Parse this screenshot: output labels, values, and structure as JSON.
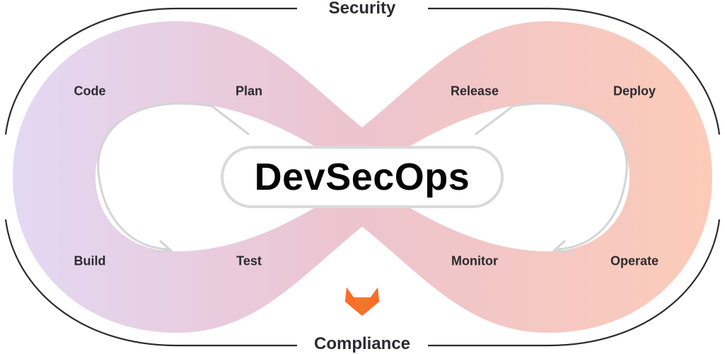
{
  "diagram": {
    "center_title": "DevSecOps",
    "top_label": "Security",
    "bottom_label": "Compliance",
    "stages": {
      "code": "Code",
      "plan": "Plan",
      "build": "Build",
      "test": "Test",
      "release": "Release",
      "deploy": "Deploy",
      "monitor": "Monitor",
      "operate": "Operate"
    },
    "logo_icon": "gitlab-tanuki-icon",
    "colors": {
      "loop_left": "#e3d8f3",
      "loop_mid": "#ecc4cf",
      "loop_right": "#fccbb8",
      "text": "#2b2b30",
      "frame": "#2b2b30",
      "pill_border": "#d9d9d9",
      "logo_orange": "#fc6d26",
      "logo_red": "#e24329",
      "logo_light": "#fca326"
    }
  }
}
